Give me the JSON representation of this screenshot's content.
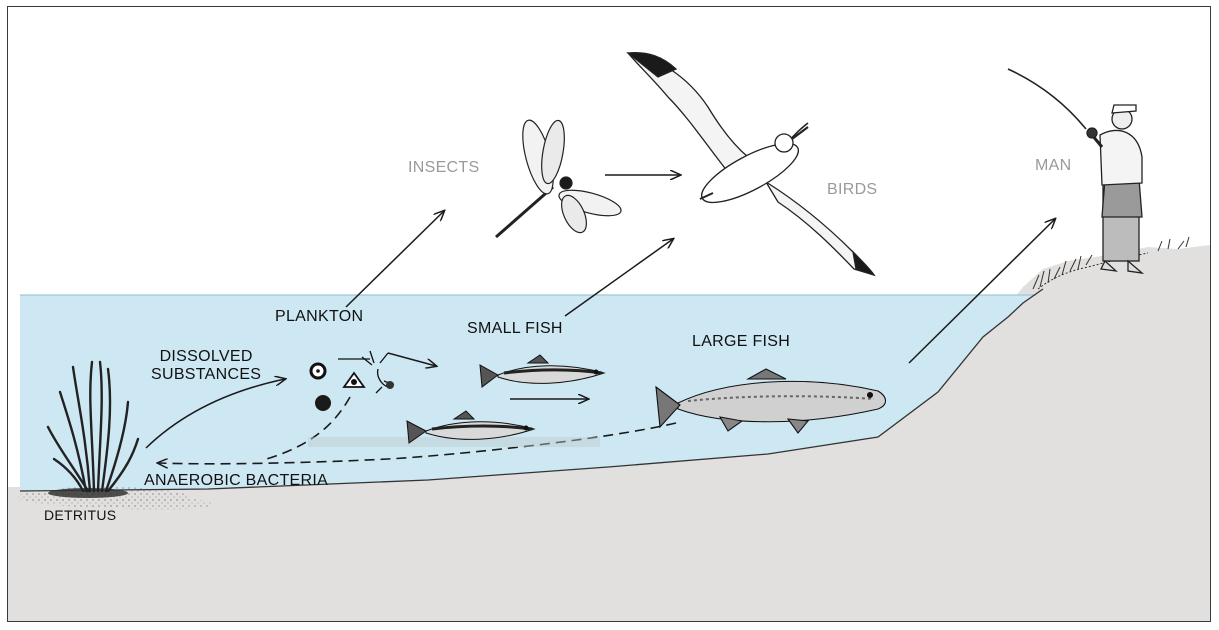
{
  "labels": {
    "insects": "INSECTS",
    "birds": "BIRDS",
    "man": "MAN",
    "plankton": "PLANKTON",
    "small_fish": "SMALL FISH",
    "large_fish": "LARGE FISH",
    "dissolved_line1": "DISSOLVED",
    "dissolved_line2": "SUBSTANCES",
    "anaerobic_bacteria": "ANAEROBIC BACTERIA",
    "detritus": "DETRITUS"
  },
  "colors": {
    "water": "#cde7f3",
    "ground": "#e2e0de",
    "ink": "#1a1a1a"
  }
}
